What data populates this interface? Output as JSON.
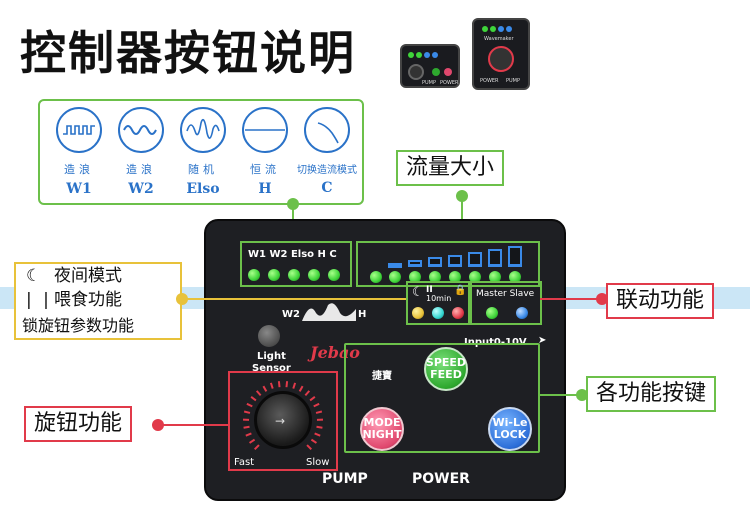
{
  "title": "控制器按钮说明",
  "thumbnails": {
    "thumb2_brand": "Wavemaker",
    "thumb_pump": "PUMP",
    "thumb_power": "POWER"
  },
  "wave_modes": [
    {
      "cn": "造浪",
      "code": "W1",
      "icon": "square-wave-icon"
    },
    {
      "cn": "造浪",
      "code": "W2",
      "icon": "sine-wave-icon"
    },
    {
      "cn": "随机",
      "code": "Elso",
      "icon": "random-wave-icon"
    },
    {
      "cn": "恒流",
      "code": "H",
      "icon": "constant-flow-icon"
    },
    {
      "cn": "切换造流模式",
      "code": "C",
      "icon": "cycle-mode-icon"
    }
  ],
  "panel": {
    "mode_leds_label": "W1 W2 Elso H  C",
    "brand": "Jebao",
    "brand_cn": "捷寶",
    "light_sensor": "Light\nSensor",
    "input_label": "Input0-10V",
    "timer_label": "10min",
    "master_slave": "Master Slave",
    "w1": "W1",
    "w2": "W2",
    "h": "H",
    "speed_feed": "SPEED\nFEED",
    "mode_night": "MODE\nNIGHT",
    "wile_lock": "Wi-Le\nLOCK",
    "fast": "Fast",
    "slow": "Slow",
    "pump": "PUMP",
    "power": "POWER"
  },
  "callouts": {
    "flow": "流量大小",
    "link": "联动功能",
    "buttons": "各功能按键",
    "knob": "旋钮功能",
    "night": "夜间模式",
    "feed": "喂食功能",
    "lock": "锁旋钮参数功能"
  },
  "colors": {
    "green": "#6cc04a",
    "red": "#e13a4a",
    "yellow": "#e8c23a",
    "blue": "#2a72c8"
  }
}
